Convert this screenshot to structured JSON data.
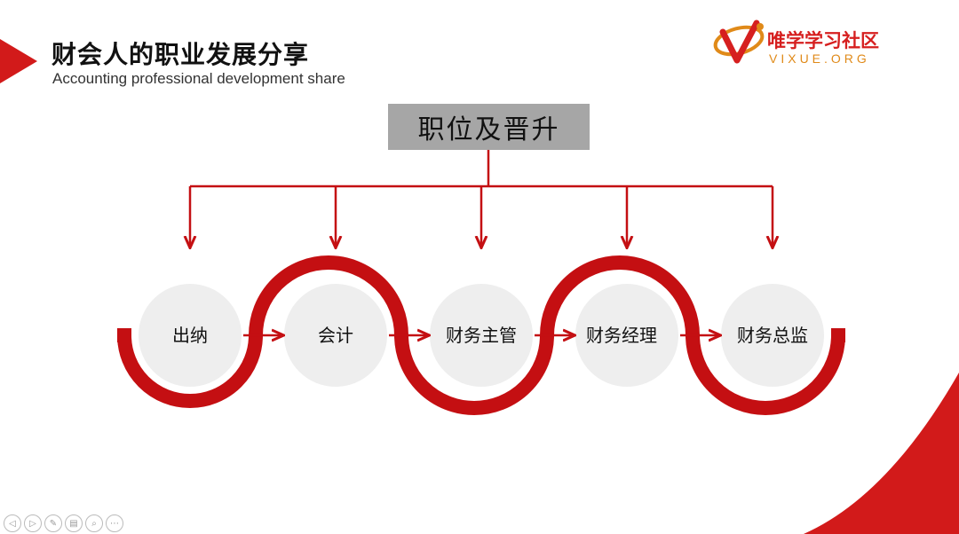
{
  "header": {
    "title": "财会人的职业发展分享",
    "subtitle": "Accounting professional development share"
  },
  "logo": {
    "name_cn": "唯学学习社区",
    "name_en": "VIXUE.ORG",
    "colors": {
      "primary": "#d61f1f",
      "secondary": "#e08a19"
    }
  },
  "diagram": {
    "root_label": "职位及晋升",
    "stages": [
      "出纳",
      "会计",
      "财务主管",
      "财务经理",
      "财务总监"
    ],
    "colors": {
      "accent": "#c40f12",
      "circle_fill": "#eeeeee",
      "root_fill": "#a6a6a6"
    }
  },
  "nav_icons": [
    "prev-icon",
    "next-icon",
    "pen-icon",
    "slides-icon",
    "zoom-icon",
    "more-icon"
  ]
}
